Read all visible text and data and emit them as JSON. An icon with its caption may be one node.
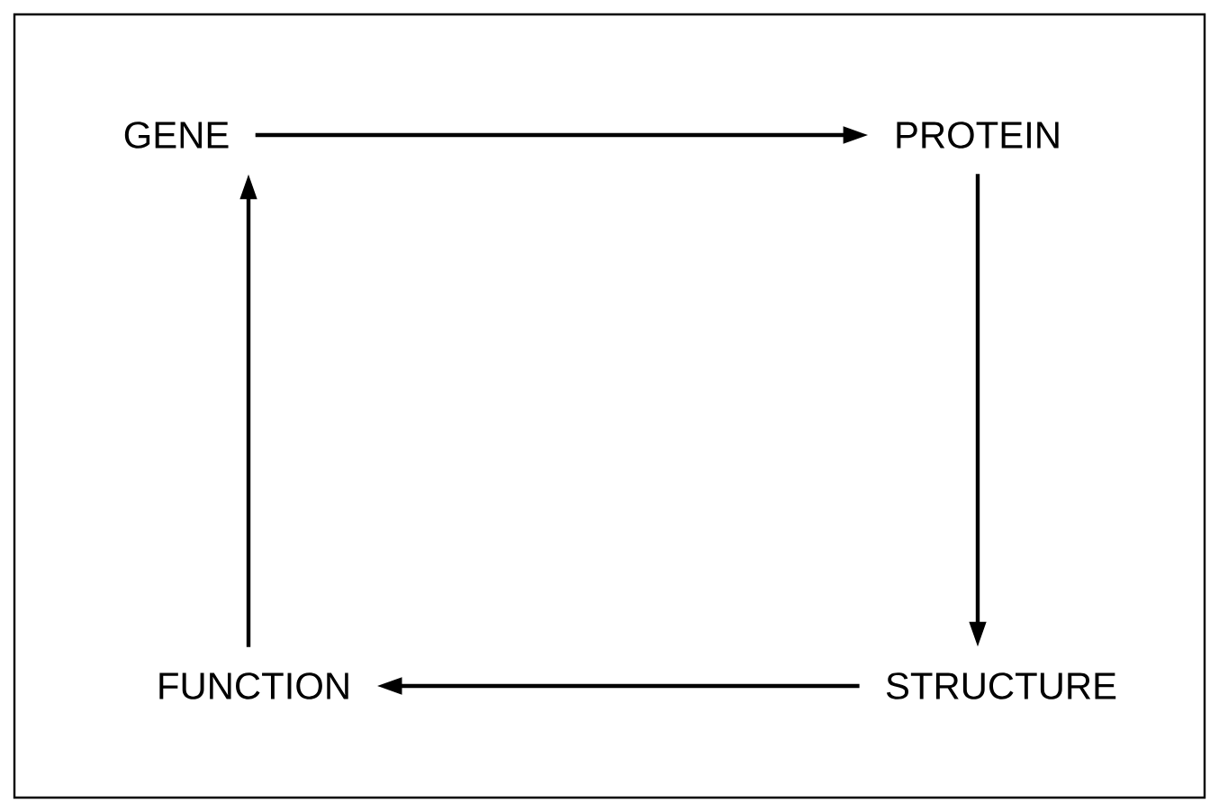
{
  "diagram": {
    "nodes": [
      {
        "text": [
          "GENE"
        ]
      },
      {
        "text": [
          "PROTEIN"
        ]
      },
      {
        "text": [
          "STRUCTURE"
        ]
      },
      {
        "text": [
          "FUNCTION"
        ]
      }
    ],
    "edges": [
      {
        "from": 0,
        "to": 1,
        "arrow": "to"
      },
      {
        "from": 1,
        "to": 2,
        "arrow": "to"
      },
      {
        "from": 2,
        "to": 3,
        "arrow": "to"
      },
      {
        "from": 3,
        "to": 0,
        "arrow": "to"
      }
    ]
  }
}
